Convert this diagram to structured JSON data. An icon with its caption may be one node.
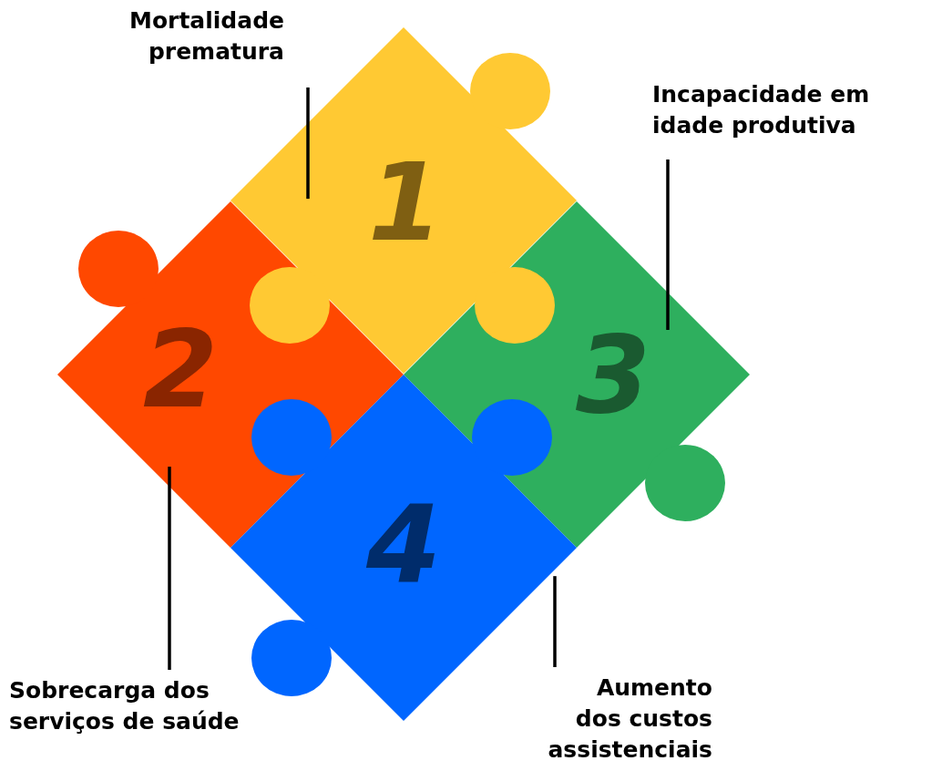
{
  "diagram": {
    "nodes": [
      {
        "text": [
          "Mortalidade prematura"
        ]
      },
      {
        "text": [
          "1"
        ]
      },
      {
        "text": [
          "Incapacidade em idade produtiva"
        ]
      },
      {
        "text": [
          "2"
        ]
      },
      {
        "text": [
          "3"
        ]
      },
      {
        "text": [
          "4"
        ]
      },
      {
        "text": [
          "Sobrecarga dos serviços de saúde"
        ]
      },
      {
        "text": [
          "Aumento dos custos assistenciais"
        ]
      }
    ],
    "edges": [
      {
        "from": 0,
        "to": 1,
        "arrow": "none"
      },
      {
        "from": 2,
        "to": 4,
        "arrow": "none"
      },
      {
        "from": 6,
        "to": 3,
        "arrow": "none"
      },
      {
        "from": 7,
        "to": 5,
        "arrow": "none"
      }
    ]
  }
}
